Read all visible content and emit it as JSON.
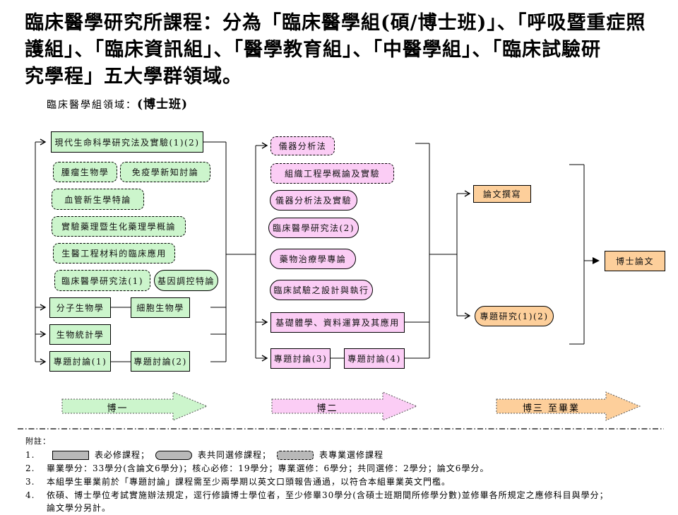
{
  "title": {
    "line1": "臨床醫學研究所課程：分為「臨床醫學組(碩/博士班)」、「呼吸暨重症照",
    "line2": "護組」、「臨床資訊組」、「醫學教育組」、「中醫學組」、「臨床試驗研",
    "line3": "究學程」五大學群領域。"
  },
  "subtitle": {
    "prefix": "臨床醫學組領域：",
    "emphasis": "(博士班)"
  },
  "colors": {
    "required_fill_green": "#ccf5cc",
    "elective_fill_pink": "#fbcdf5",
    "thesis_fill_orange": "#fdcf9b",
    "legend_swatch_gray": "#b8b8b8"
  },
  "diagram": {
    "green": [
      "現代生命科學研究法及實驗(1)(2)",
      "腫瘤生物學",
      "免疫學新知討論",
      "血管新生學特論",
      "實驗藥理暨生化藥理學概論",
      "生醫工程材料的臨床應用",
      "臨床醫學研究法(1)",
      "基因調控特論",
      "分子生物學",
      "細胞生物學",
      "生物統計學",
      "專題討論(1)",
      "專題討論(2)"
    ],
    "pink": [
      "儀器分析法",
      "組織工程學概論及實驗",
      "儀器分析法及實驗",
      "臨床醫學研究法(2)",
      "藥物治療學專論",
      "臨床試驗之設計與執行",
      "基礎體學、資料運算及其應用",
      "專題討論(3)",
      "專題討論(4)"
    ],
    "orange": [
      "論文撰寫",
      "專題研究(1)(2)",
      "博士論文"
    ]
  },
  "stages": [
    "博一",
    "博二",
    "博三 至畢業"
  ],
  "notes": {
    "heading": "附註：",
    "item1": {
      "num": "1.",
      "seg1": "表必修課程；",
      "seg2": "表共同選修課程；",
      "seg3": "表專業選修課程"
    },
    "item2": {
      "num": "2.",
      "text": "畢業學分：33學分(含論文6學分)；核心必修：19學分；專業選修：6學分；共同選修：2學分；論文6學分。"
    },
    "item3": {
      "num": "3.",
      "text": "本組學生畢業前於「專題討論」課程需至少兩學期以英文口頭報告通過，以符合本組畢業英文門檻。"
    },
    "item4": {
      "num": "4.",
      "text": "依碩、博士學位考試實施辦法規定，逕行修讀博士學位者，至少修畢30學分(含碩士班期間所修學分數)並修畢各所規定之應修科目與學分；",
      "text2": "論文學分另計。"
    }
  }
}
